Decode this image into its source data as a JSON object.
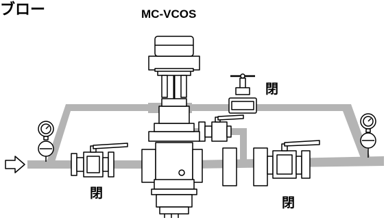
{
  "diagram": {
    "title_left": "ブロー",
    "model": "MC-VCOS",
    "labels": {
      "closed_bypass_valve": "閉",
      "closed_inlet_valve": "閉",
      "closed_outlet_valve": "閉"
    },
    "icons": {
      "flow_arrow": "hollow-arrow-right-icon",
      "gauge": "pressure-gauge-icon",
      "ball_valve": "ball-valve-icon",
      "globe_valve": "globe-valve-icon"
    },
    "colors": {
      "pipe": "#b4b4b4",
      "line": "#000000",
      "background": "#ffffff"
    }
  }
}
